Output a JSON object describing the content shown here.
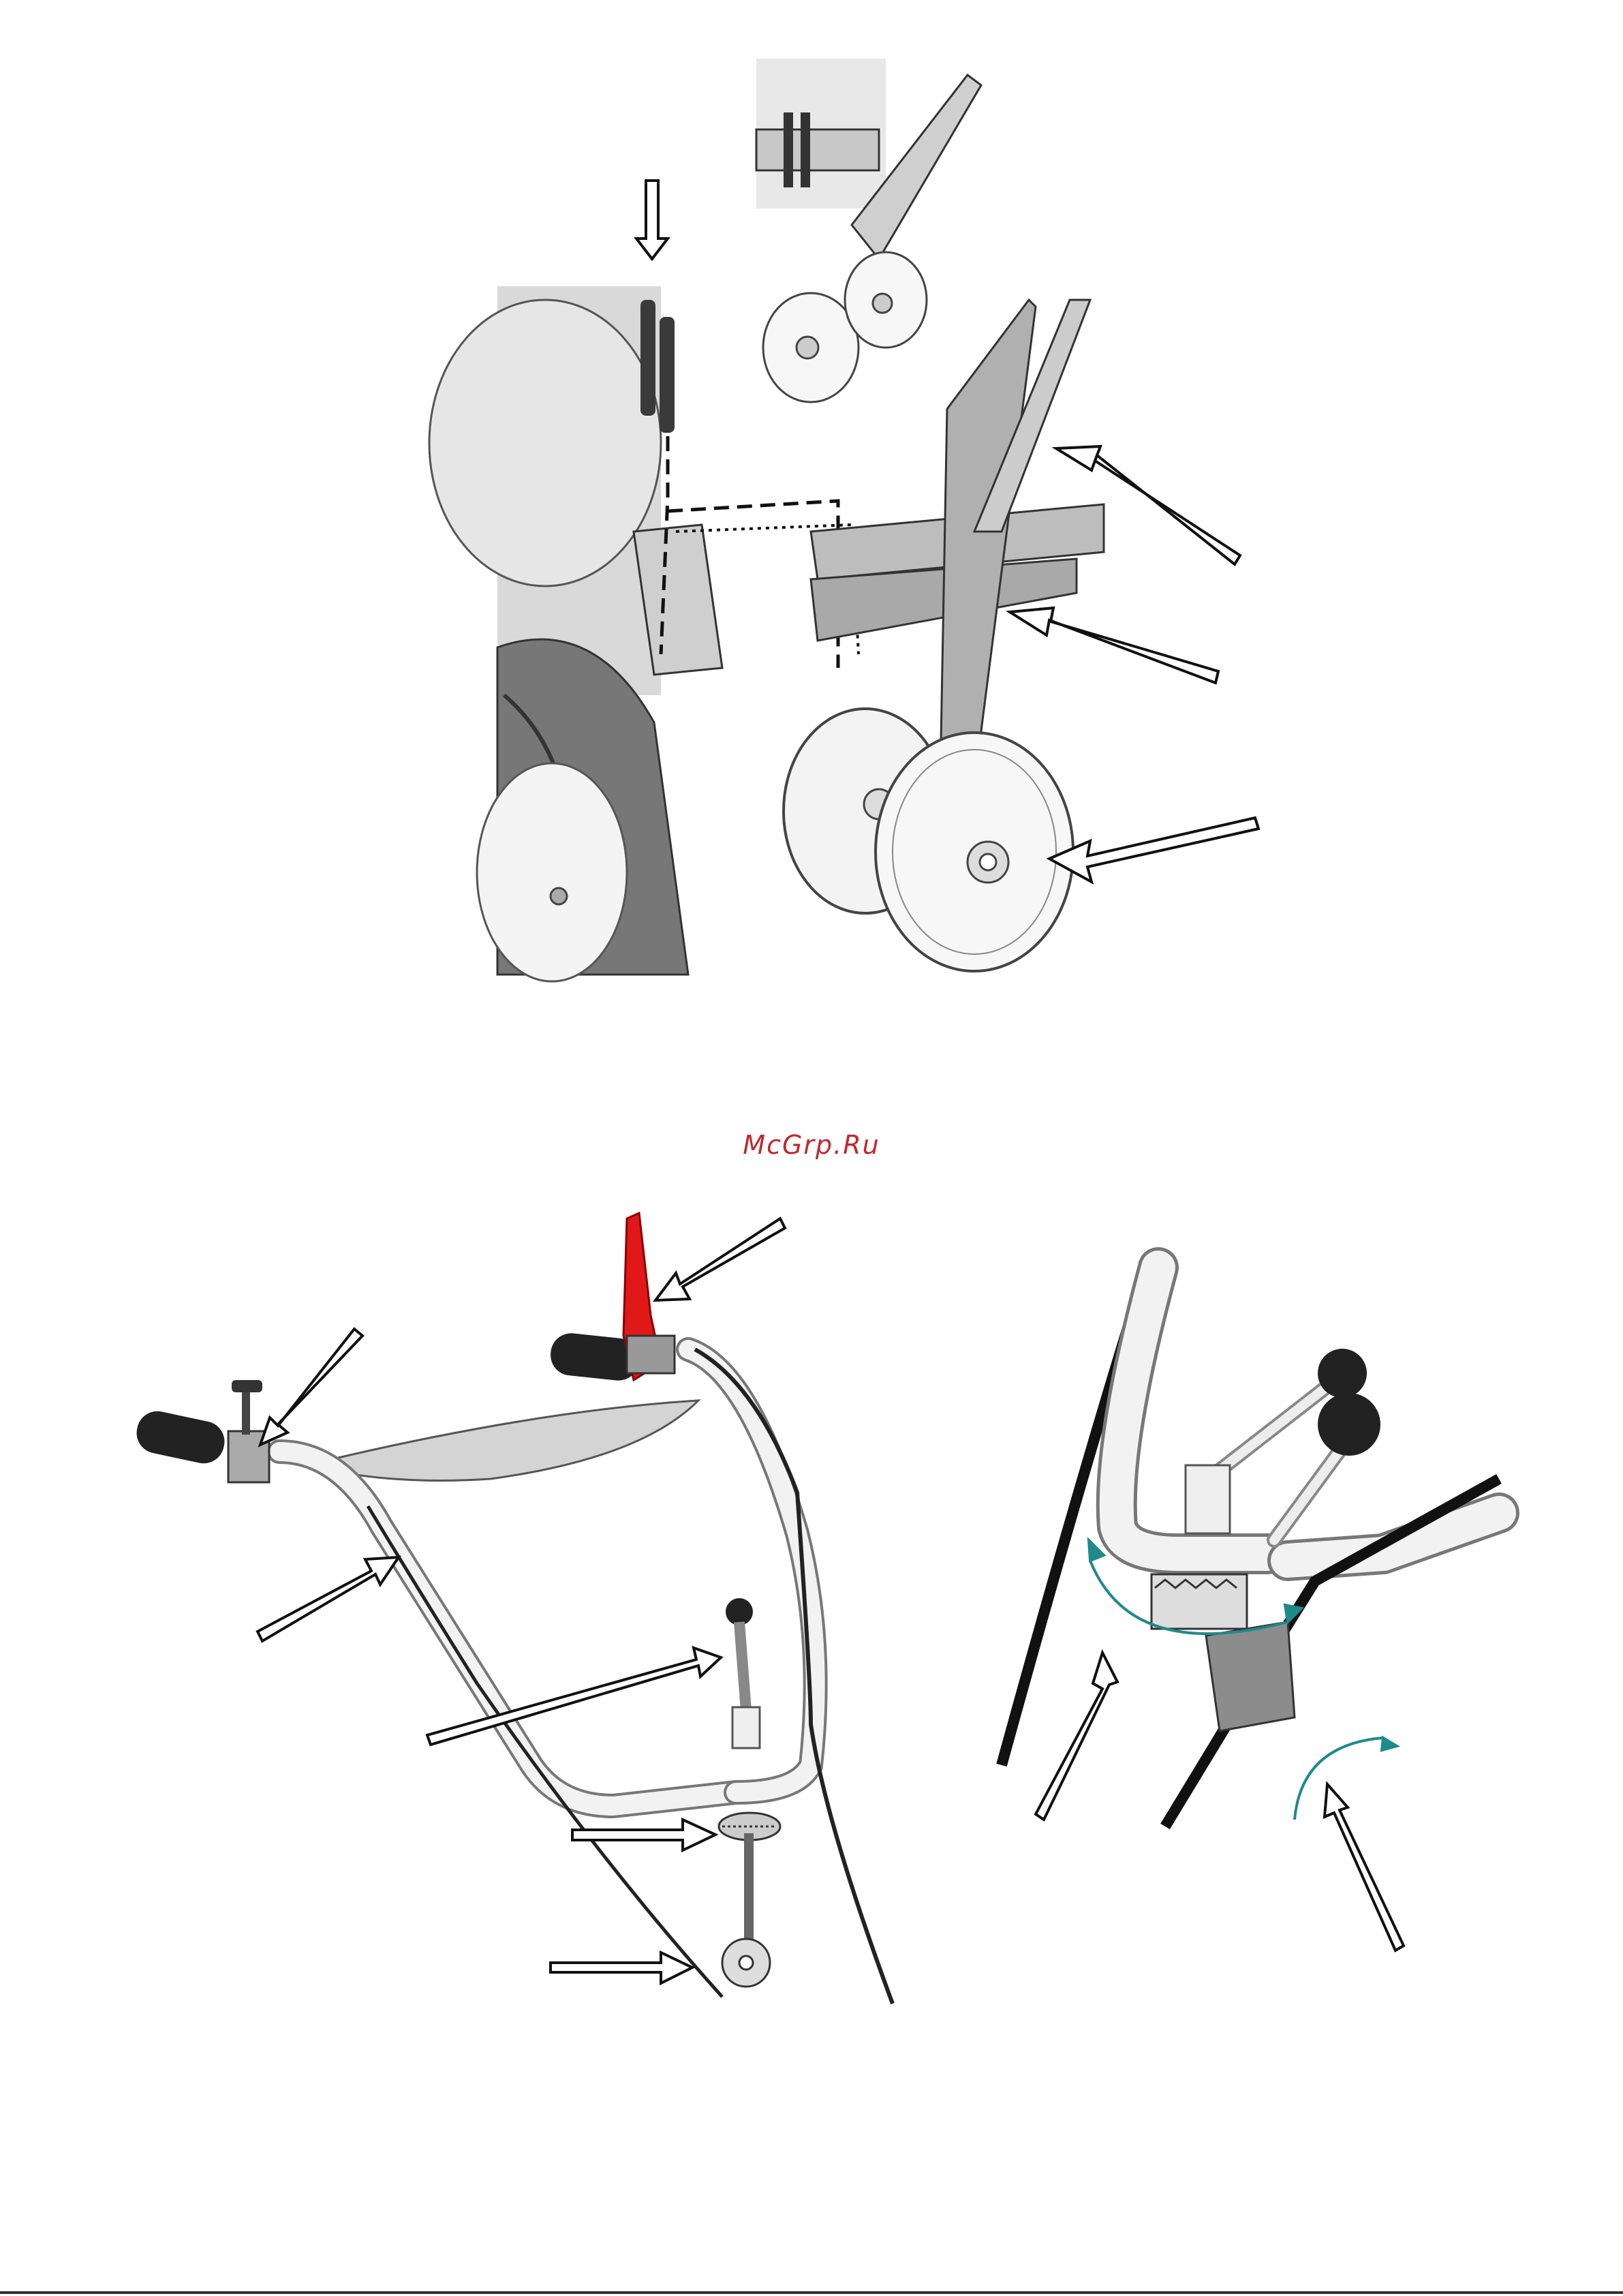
{
  "watermark": {
    "text": "McGrp.Ru",
    "color": "#c0282d"
  },
  "figures": [
    {
      "id": "top",
      "subject": "furrower-frame-with-wheels-attachment",
      "callout_arrows": 4
    },
    {
      "id": "bottom-left",
      "subject": "handlebar-assembly-with-levers",
      "callout_arrows": 6
    },
    {
      "id": "bottom-right",
      "subject": "handlebar-adjustment-detail",
      "callout_arrows": 2
    }
  ],
  "colors": {
    "lever_red": "#e01818",
    "rotation_arrow": "#1f8a8a"
  }
}
